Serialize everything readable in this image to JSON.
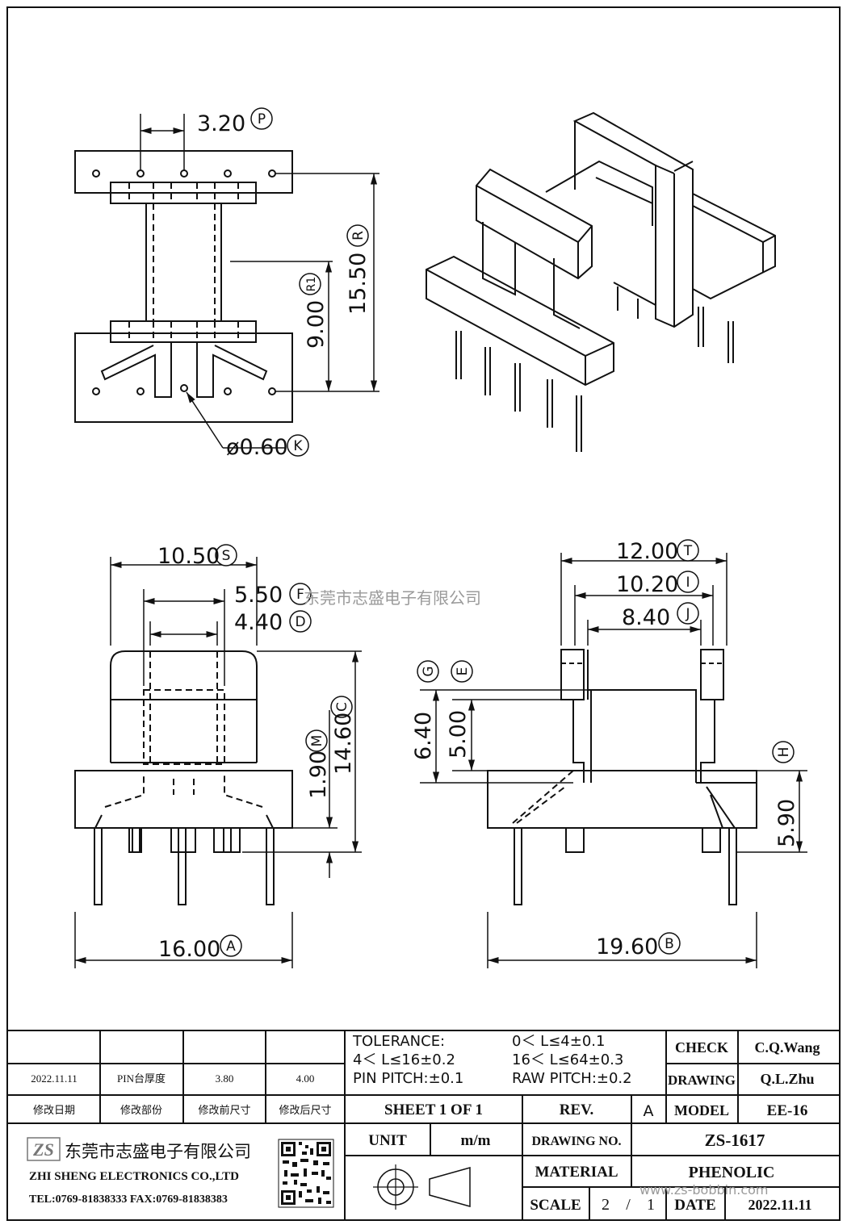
{
  "dimensions": {
    "p": {
      "value": "3.20",
      "letter": "P"
    },
    "r": {
      "value": "15.50",
      "letter": "R"
    },
    "r1": {
      "value": "9.00",
      "letter": "R1"
    },
    "k": {
      "value": "ø0.60",
      "letter": "K"
    },
    "s": {
      "value": "10.50",
      "letter": "S"
    },
    "f": {
      "value": "5.50",
      "letter": "F"
    },
    "d": {
      "value": "4.40",
      "letter": "D"
    },
    "c": {
      "value": "14.60",
      "letter": "C"
    },
    "m": {
      "value": "1.90",
      "letter": "M"
    },
    "a": {
      "value": "16.00",
      "letter": "A"
    },
    "t": {
      "value": "12.00",
      "letter": "T"
    },
    "i": {
      "value": "10.20",
      "letter": "I"
    },
    "j": {
      "value": "8.40",
      "letter": "J"
    },
    "g": {
      "value": "6.40",
      "letter": "G"
    },
    "e": {
      "value": "5.00",
      "letter": "E"
    },
    "h": {
      "value": "5.90",
      "letter": "H"
    },
    "b": {
      "value": "19.60",
      "letter": "B"
    }
  },
  "watermark_top": "东莞市志盛电子有限公司",
  "watermark_bottom": "www.zs-bobbin.com",
  "revision_table": {
    "row": [
      "2022.11.11",
      "PIN台厚度",
      "3.80",
      "4.00"
    ],
    "headers": [
      "修改日期",
      "修改部份",
      "修改前尺寸",
      "修改后尺寸"
    ]
  },
  "tolerance": {
    "label": "TOLERANCE:",
    "line1": "0＜ L≤4±0.1",
    "line2a": "4＜ L≤16±0.2",
    "line2b": "16＜ L≤64±0.3",
    "line3a": "PIN PITCH:±0.1",
    "line3b": "RAW PITCH:±0.2"
  },
  "title_block": {
    "check_label": "CHECK",
    "check_value": "C.Q.Wang",
    "drawing_label": "DRAWING",
    "drawing_value": "Q.L.Zhu",
    "sheet": "SHEET 1 OF 1",
    "rev_label": "REV.",
    "rev_value": "A",
    "model_label": "MODEL",
    "model_value": "EE-16",
    "unit_label": "UNIT",
    "unit_value": "m/m",
    "drawing_no_label": "DRAWING NO.",
    "drawing_no_value": "ZS-1617",
    "material_label": "MATERIAL",
    "material_value": "PHENOLIC",
    "scale_label": "SCALE",
    "scale_num": "2",
    "scale_sep": "/",
    "scale_den": "1",
    "date_label": "DATE",
    "date_value": "2022.11.11"
  },
  "company": {
    "logo_text": "ZS",
    "name_cn": "东莞市志盛电子有限公司",
    "name_en": "ZHI SHENG ELECTRONICS CO.,LTD",
    "contact": "TEL:0769-81838333 FAX:0769-81838383"
  }
}
